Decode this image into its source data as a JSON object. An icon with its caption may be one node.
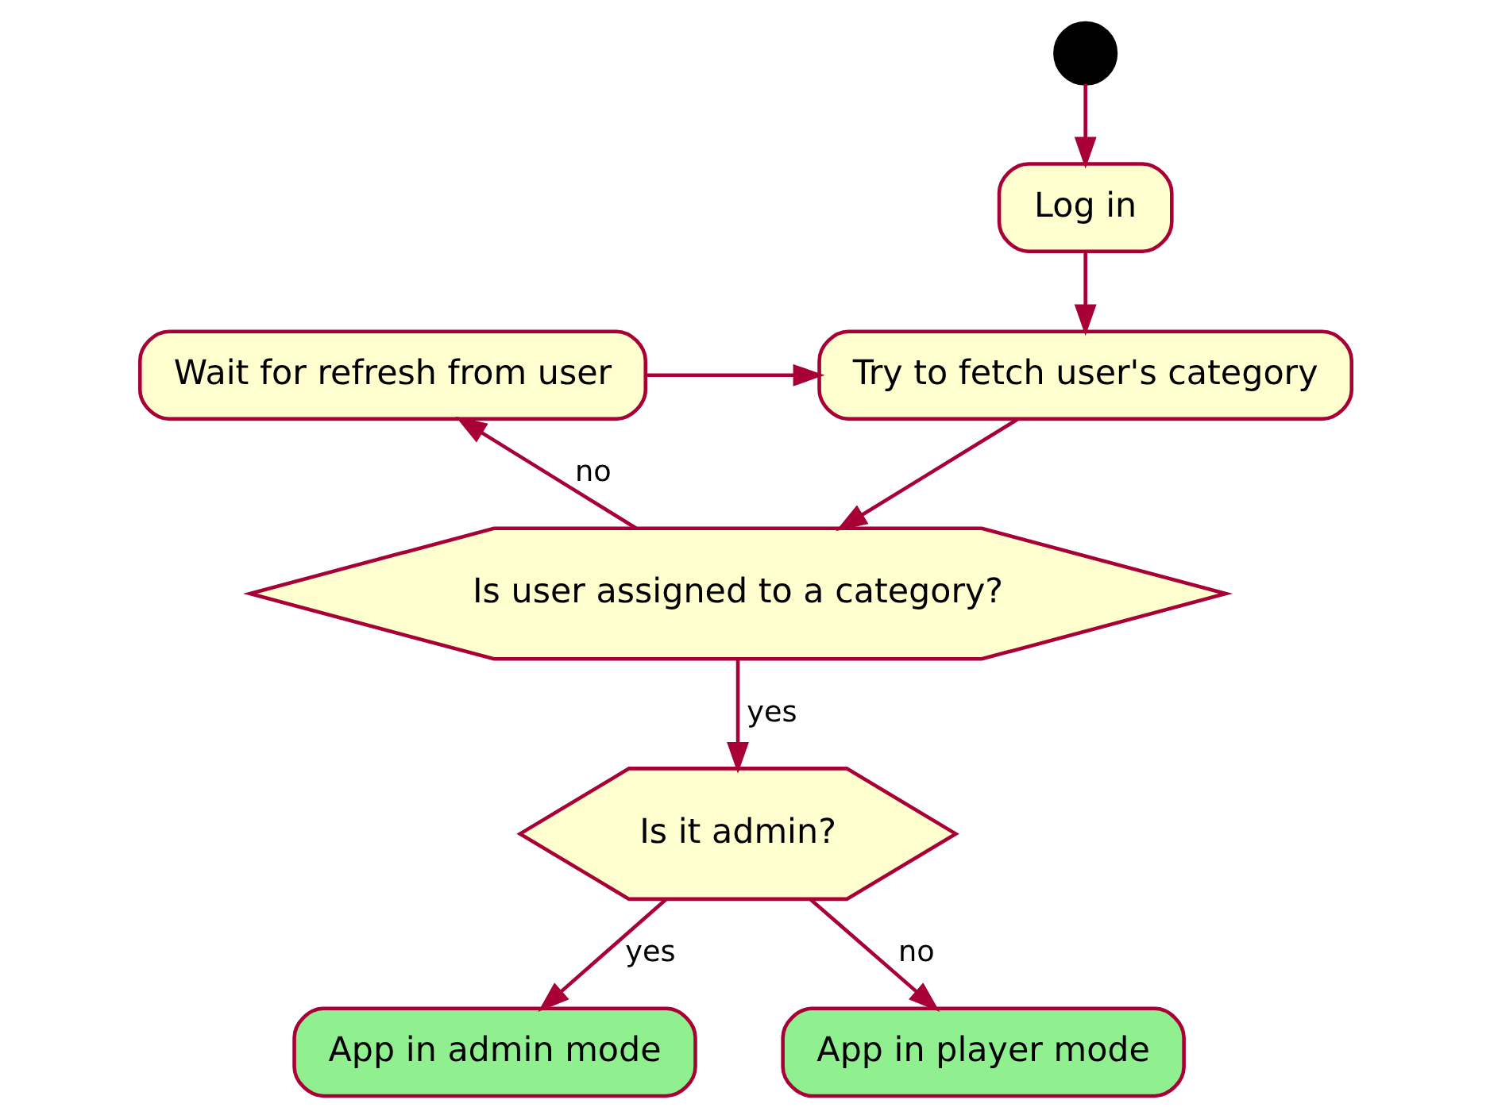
{
  "diagram": {
    "nodes": [
      {
        "text": [],
        "shape": "circle"
      },
      {
        "text": [
          "Log in"
        ]
      },
      {
        "text": [
          "Try to fetch user's category"
        ]
      },
      {
        "text": [
          "Wait for refresh from user"
        ]
      },
      {
        "text": [
          "Is user assigned to a category?"
        ]
      },
      {
        "text": [
          "Is it admin?"
        ]
      },
      {
        "text": [
          "App in admin mode"
        ]
      },
      {
        "text": [
          "App in player mode"
        ]
      }
    ],
    "edges": [
      {
        "from": 0,
        "to": 1,
        "arrow": "to"
      },
      {
        "from": 1,
        "to": 2,
        "arrow": "to"
      },
      {
        "from": 2,
        "to": 4,
        "arrow": "to"
      },
      {
        "from": 4,
        "to": 3,
        "arrow": "to",
        "label": "no"
      },
      {
        "from": 3,
        "to": 2,
        "arrow": "to"
      },
      {
        "from": 4,
        "to": 5,
        "arrow": "to",
        "label": "yes"
      },
      {
        "from": 5,
        "to": 6,
        "arrow": "to",
        "label": "yes"
      },
      {
        "from": 5,
        "to": 7,
        "arrow": "to",
        "label": "no"
      }
    ]
  }
}
